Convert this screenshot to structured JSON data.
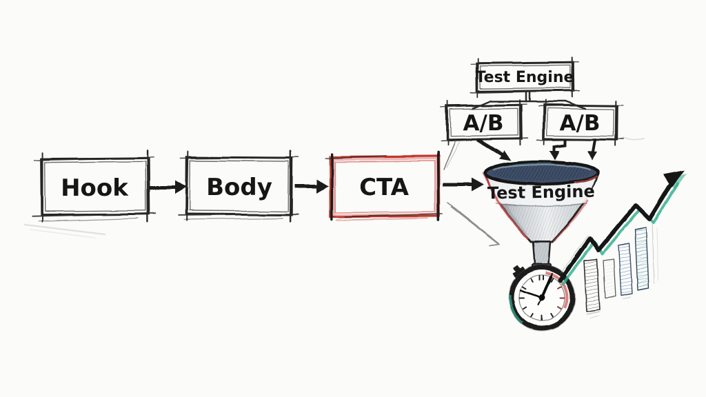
{
  "page": {
    "background": "#fbfbf9"
  },
  "diagram": {
    "flow": {
      "boxes": [
        {
          "label": "Hook"
        },
        {
          "label": "Body"
        },
        {
          "label": "CTA",
          "accent": "#c0392b"
        }
      ]
    },
    "testing": {
      "controller": {
        "label": "Test Engine"
      },
      "variants": [
        {
          "label": "A/B"
        },
        {
          "label": "A/B"
        }
      ],
      "funnel": {
        "label": "Test Engine"
      }
    },
    "icons": {
      "funnel": "funnel-icon",
      "stopwatch": "stopwatch-icon",
      "growth_chart": "growth-chart-icon"
    },
    "growth_chart": {
      "type": "bar-sketch",
      "bar_count": 4,
      "relative_heights": [
        0.8,
        0.58,
        0.8,
        1.0
      ],
      "trend": "up"
    }
  },
  "colors": {
    "ink": "#1c1c1c",
    "cta_red": "#c0392b",
    "pink_shadow": "#e9b0b0",
    "funnel_red": "#d04a4a",
    "teal": "#2fa98c",
    "blue": "#4a7fb5",
    "rim_navy": "#415069"
  }
}
